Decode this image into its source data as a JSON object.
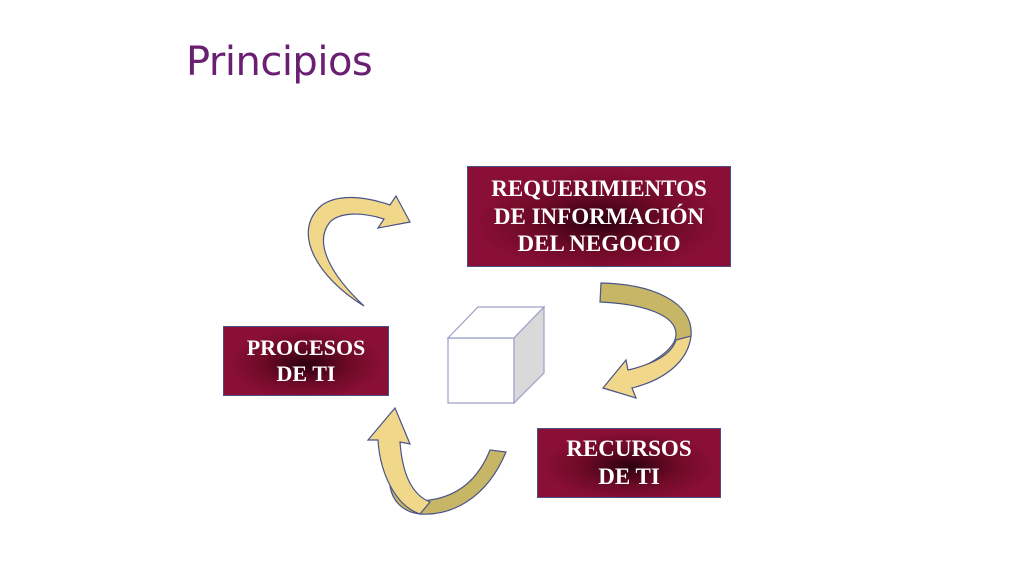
{
  "title": "Principios",
  "boxes": {
    "requerimientos": [
      "REQUERIMIENTOS",
      "DE INFORMACIÓN",
      "DEL NEGOCIO"
    ],
    "recursos": [
      "RECURSOS",
      "DE TI"
    ],
    "procesos": [
      "PROCESOS",
      "DE TI"
    ]
  },
  "colors": {
    "title": "#6a1f73",
    "box_fill": "#8a0f36",
    "arrow_fill": "#f1d78a",
    "arrow_shade": "#c7b665"
  }
}
